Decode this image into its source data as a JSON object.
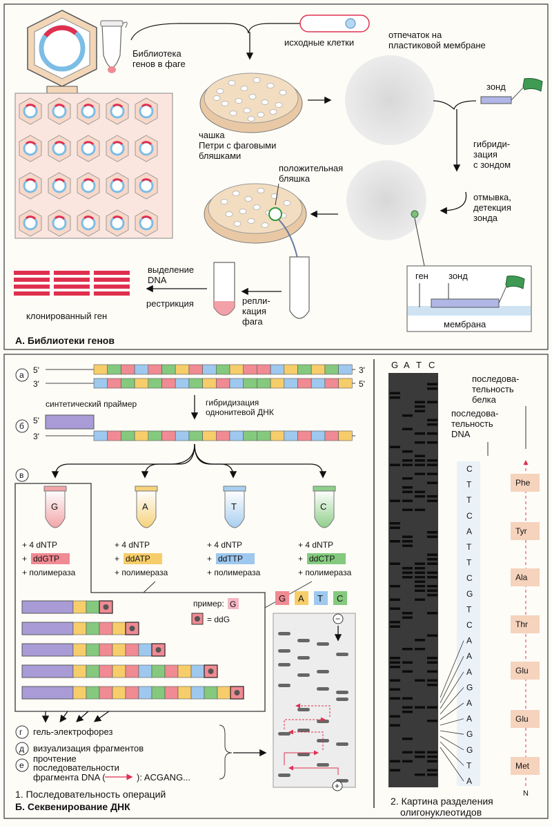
{
  "panel_a": {
    "title": "А. Библиотеки генов",
    "library_label": [
      "Библиотека",
      "генов в фаге"
    ],
    "initial_cells": "исходные клетки",
    "membrane_print": [
      "отпечаток на",
      "пластиковой мембране"
    ],
    "probe": "зонд",
    "petri": [
      "чашка",
      "Петри с фаговыми",
      "бляшками"
    ],
    "hybridization": [
      "гибриди-",
      "зация",
      "с зондом"
    ],
    "positive_plaque": [
      "положительная",
      "бляшка"
    ],
    "wash_detect": [
      "отмывка,",
      "детекция",
      "зонда"
    ],
    "dna_isolation": [
      "выделение",
      "DNA"
    ],
    "restriction": "рестрикция",
    "phage_replication": [
      "репли-",
      "кация",
      "фага"
    ],
    "cloned_gene": "клонированный ген",
    "inset_gene": "ген",
    "inset_probe": "зонд",
    "inset_membrane": "мембрана"
  },
  "panel_b": {
    "title": "Б. Секвенирование ДНК",
    "subtitle": "1. Последовательность операций",
    "step_a": "а",
    "step_b": "б",
    "step_v": "в",
    "step_g": "г",
    "step_d": "д",
    "step_e": "е",
    "five_prime": "5'",
    "three_prime": "3'",
    "synthetic_primer": "синтетический праймер",
    "ss_hybridization": [
      "гибридизация",
      "однонитевой ДНК"
    ],
    "tubes": [
      {
        "base": "G",
        "dd": "ddGTP",
        "color": "#f3a5a8"
      },
      {
        "base": "A",
        "dd": "ddATP",
        "color": "#f6d27a"
      },
      {
        "base": "T",
        "dd": "ddTTP",
        "color": "#a8cff0"
      },
      {
        "base": "C",
        "dd": "ddCTP",
        "color": "#8fcf8a"
      }
    ],
    "dntp": "+ 4 dNTP",
    "plus": "+ ",
    "polymerase": "+ полимераза",
    "example_label": "пример:",
    "example_base": "G",
    "ddg_legend": "= ddG",
    "lane_labels": [
      "G",
      "A",
      "T",
      "C"
    ],
    "minus_sign": "−",
    "plus_sign": "+",
    "gel_electrophoresis": "гель-электрофорез",
    "fragment_visualization": "визуализация фрагментов",
    "reading": [
      "прочтение",
      "последовательности"
    ],
    "reading_fragment": "фрагмента DNA (",
    "reading_result": "): ACGANG..."
  },
  "panel_2": {
    "caption": [
      "2. Картина разделения",
      "олигонуклеотидов"
    ],
    "lanes": [
      "G",
      "A",
      "T",
      "C"
    ],
    "protein_sequence_label": [
      "последова-",
      "тельность",
      "белка"
    ],
    "dna_sequence_label": [
      "последова-",
      "тельность",
      "DNA"
    ],
    "dna_sequence": [
      "C",
      "T",
      "T",
      "C",
      "A",
      "T",
      "T",
      "C",
      "G",
      "T",
      "C",
      "A",
      "A",
      "A",
      "G",
      "A",
      "A",
      "G",
      "G",
      "T",
      "A"
    ],
    "amino_acids": [
      "Phe",
      "Tyr",
      "Ala",
      "Thr",
      "Glu",
      "Glu",
      "Met"
    ],
    "n_terminus": "N"
  },
  "colors": {
    "G": "#f08a93",
    "A": "#f6cd6a",
    "T": "#9ec8ee",
    "C": "#84c97e",
    "primer": "#a99bd6",
    "accent": "#e0304f"
  }
}
